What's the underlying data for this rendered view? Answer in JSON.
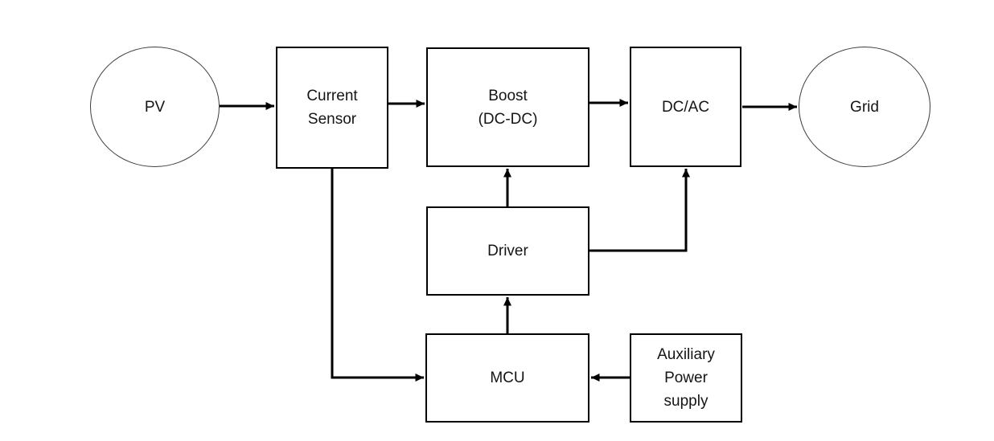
{
  "diagram": {
    "description": "PV grid-connected power system block diagram",
    "nodes": {
      "pv": {
        "label": "PV",
        "shape": "ellipse"
      },
      "current_sensor": {
        "label": "Current\nSensor",
        "shape": "rect"
      },
      "boost": {
        "label": "Boost\n(DC-DC)",
        "shape": "rect"
      },
      "dc_ac": {
        "label": "DC/AC",
        "shape": "rect"
      },
      "grid": {
        "label": "Grid",
        "shape": "ellipse"
      },
      "driver": {
        "label": "Driver",
        "shape": "rect"
      },
      "mcu": {
        "label": "MCU",
        "shape": "rect"
      },
      "aux_power": {
        "label": "Auxiliary\nPower\nsupply",
        "shape": "rect"
      }
    },
    "edges": [
      {
        "from": "pv",
        "to": "current_sensor"
      },
      {
        "from": "current_sensor",
        "to": "boost"
      },
      {
        "from": "boost",
        "to": "dc_ac"
      },
      {
        "from": "dc_ac",
        "to": "grid"
      },
      {
        "from": "driver",
        "to": "boost"
      },
      {
        "from": "driver",
        "to": "dc_ac"
      },
      {
        "from": "mcu",
        "to": "driver"
      },
      {
        "from": "current_sensor",
        "to": "mcu"
      },
      {
        "from": "aux_power",
        "to": "mcu"
      }
    ],
    "colors": {
      "background": "#ffffff",
      "line": "#000000",
      "box_border": "#000000",
      "text": "#151515"
    }
  }
}
